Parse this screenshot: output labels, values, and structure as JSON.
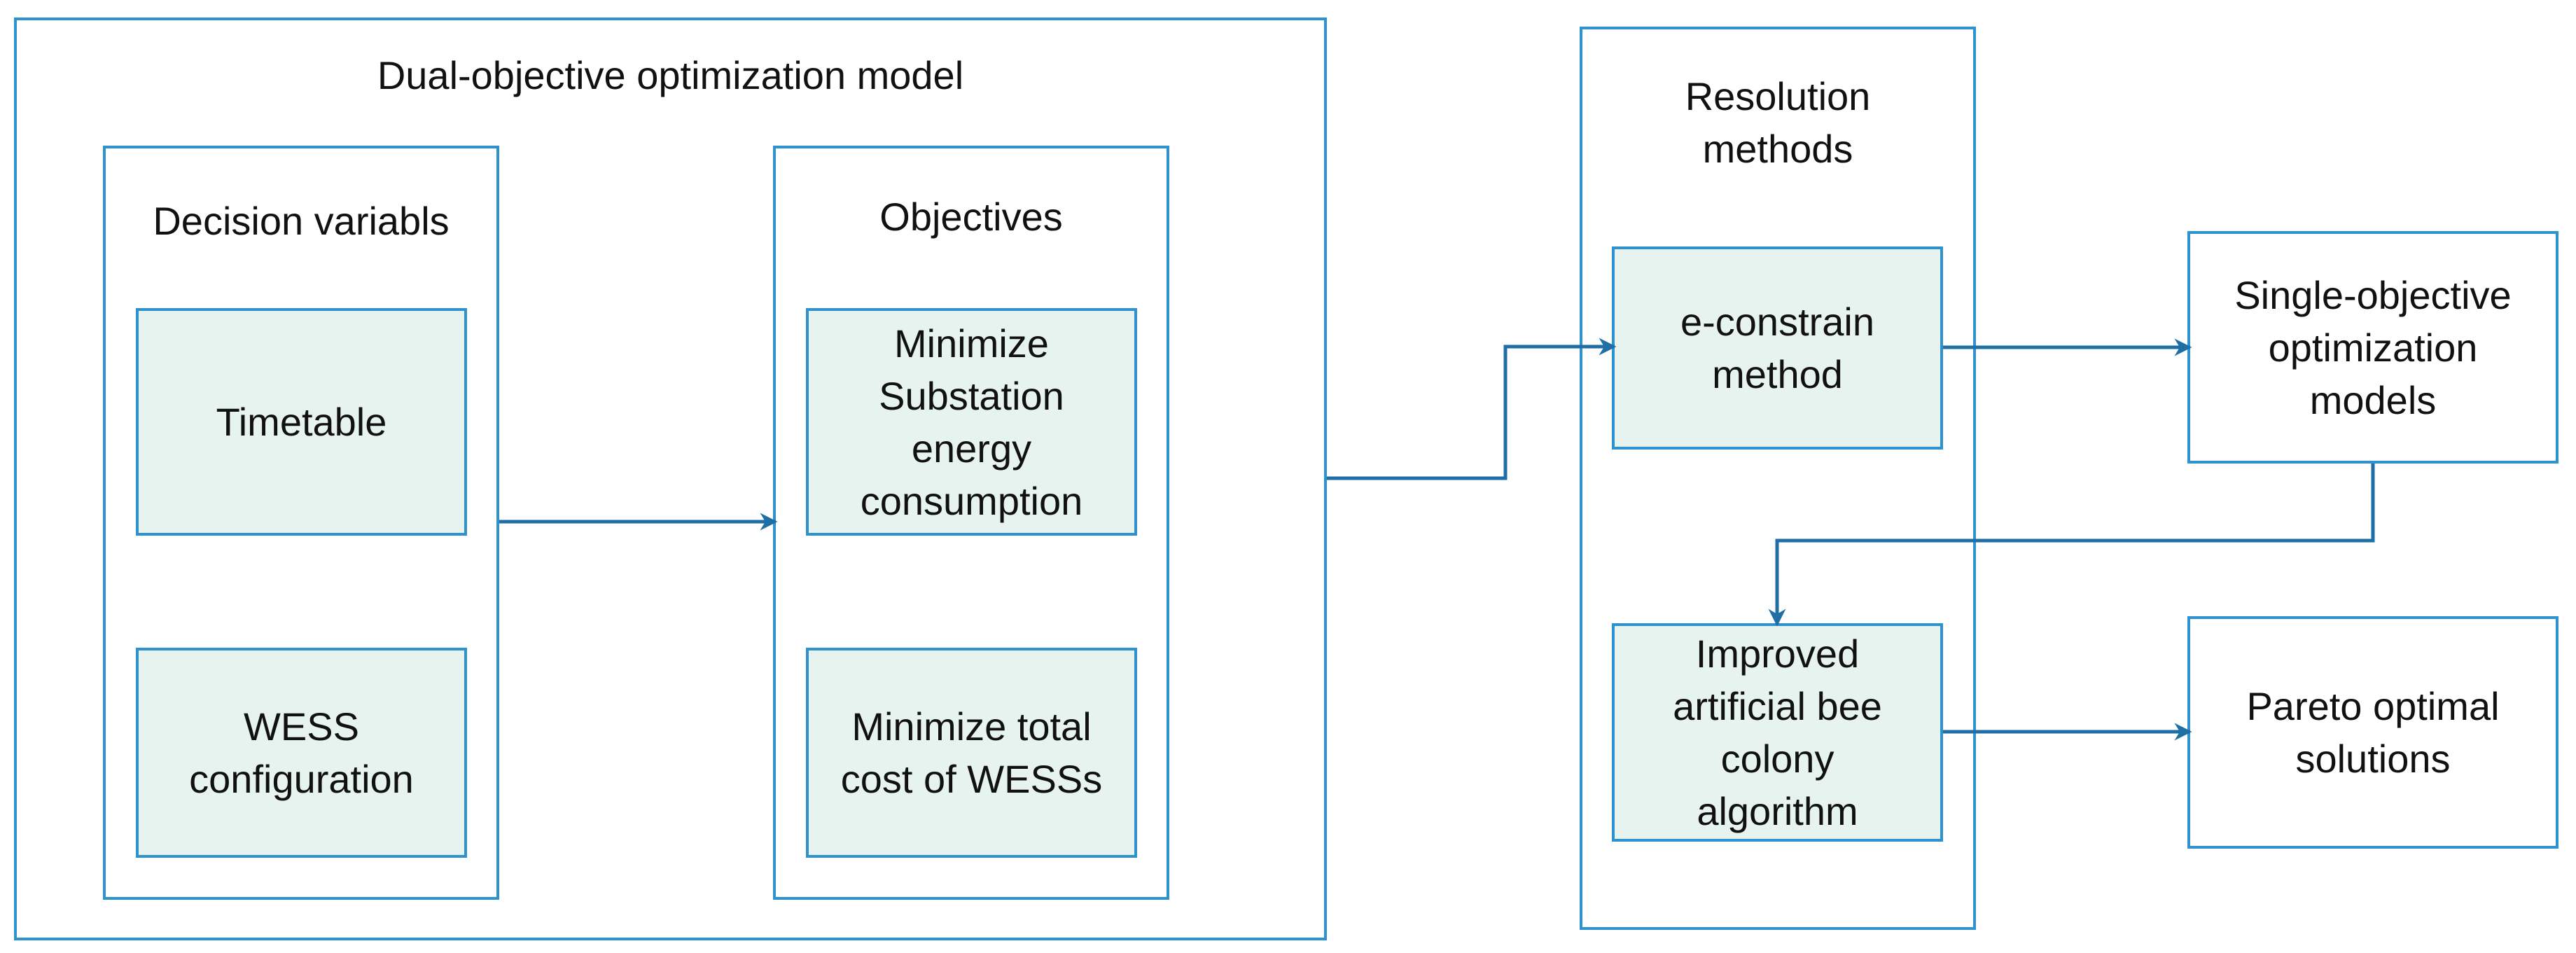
{
  "colors": {
    "border": "#2e92cf",
    "fill": "#e7f3ef",
    "arrow": "#1f6fa6",
    "text": "#111111"
  },
  "model": {
    "title": "Dual-objective optimization model",
    "decision": {
      "title": "Decision variabls",
      "timetable": [
        "Timetable"
      ],
      "wess": [
        "WESS",
        "configuration"
      ]
    },
    "objectives": {
      "title": "Objectives",
      "energy": [
        "Minimize",
        "Substation",
        "energy",
        "consumption"
      ],
      "cost": [
        "Minimize total",
        "cost of WESSs"
      ]
    }
  },
  "resolution": {
    "title": [
      "Resolution",
      "methods"
    ],
    "econstrain": [
      "e-constrain",
      "method"
    ],
    "abc": [
      "Improved",
      "artificial bee",
      "colony",
      "algorithm"
    ]
  },
  "outputs": {
    "single": [
      "Single-objective",
      "optimization",
      "models"
    ],
    "pareto": [
      "Pareto optimal",
      "solutions"
    ]
  }
}
